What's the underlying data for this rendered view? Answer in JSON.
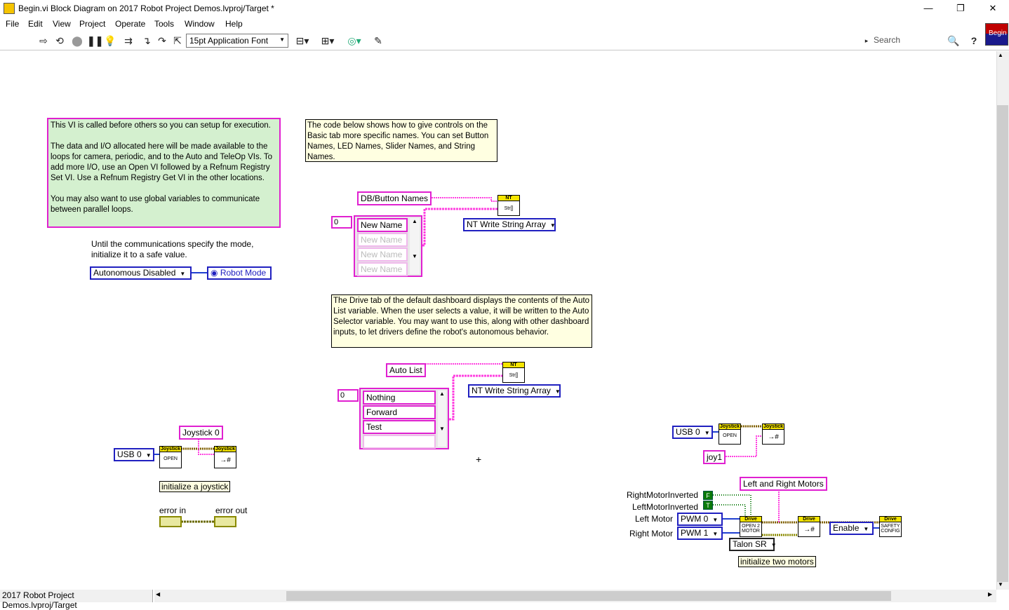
{
  "window": {
    "title": "Begin.vi Block Diagram on 2017 Robot Project Demos.lvproj/Target *",
    "min_btn": "—",
    "max_btn": "❐",
    "close_btn": "✕"
  },
  "menu": [
    "File",
    "Edit",
    "View",
    "Project",
    "Operate",
    "Tools",
    "Window",
    "Help"
  ],
  "toolbar": {
    "font_select": "15pt Application Font",
    "search_placeholder": "Search",
    "help_icon": "?",
    "vi_icon_label": "Begin"
  },
  "statusbar": {
    "context": "2017 Robot Project Demos.lvproj/Target"
  },
  "diagram": {
    "green_comment": "This VI is called before others so you can setup for execution.\n\nThe data and I/O allocated here will be made available to the loops for camera, periodic, and to the Auto and TeleOp VIs. To add more I/O, use an Open VI followed by a Refnum Registry Set VI.  Use a Refnum Registry Get VI in the other locations.\n\nYou may also want to use global variables to communicate between parallel loops.",
    "mode_note": "Until the communications specify the mode,\ninitialize it to a safe value.",
    "mode_enum": "Autonomous Disabled",
    "robot_mode": "Robot Mode",
    "names_comment": "The code below shows how to give controls on the Basic tab more specific names. You can set Button Names, LED Names, Slider Names, and String Names.",
    "db_button_names": "DB/Button Names",
    "names_index": "0",
    "names_array": [
      "New Name",
      "New Name",
      "New Name",
      "New Name"
    ],
    "nt_write_1": "NT Write String Array",
    "drive_comment": "The Drive tab of the default dashboard displays the contents of the Auto List variable. When the user selects a value, it will be written to the Auto Selector variable. You may want to use this, along with other dashboard inputs, to let drivers define the robot's autonomous behavior.",
    "auto_list": "Auto List",
    "auto_index": "0",
    "auto_array": [
      "Nothing",
      "Forward",
      "Test",
      ""
    ],
    "nt_write_2": "NT Write String Array",
    "joystick0_name": "Joystick 0",
    "usb_left": "USB 0",
    "init_joystick": "initialize a joystick",
    "error_in": "error in",
    "error_out": "error out",
    "usb_right": "USB 0",
    "joy1": "joy1",
    "motors_name": "Left and Right Motors",
    "right_inverted": "RightMotorInverted",
    "left_inverted": "LeftMotorInverted",
    "bool_f": "F",
    "bool_t": "T",
    "left_motor": "Left Motor",
    "right_motor": "Right Motor",
    "pwm0": "PWM 0",
    "pwm1": "PWM 1",
    "talon": "Talon SR",
    "enable": "Enable",
    "init_motors": "initialize two motors",
    "vi_joystick": "Joystick",
    "vi_open": "OPEN",
    "vi_drive": "Drive",
    "vi_open2": "OPEN 2 MOTOR",
    "vi_safety": "SAFETY CONFIG",
    "vi_nt": "NT",
    "vi_str": "Str[]"
  }
}
